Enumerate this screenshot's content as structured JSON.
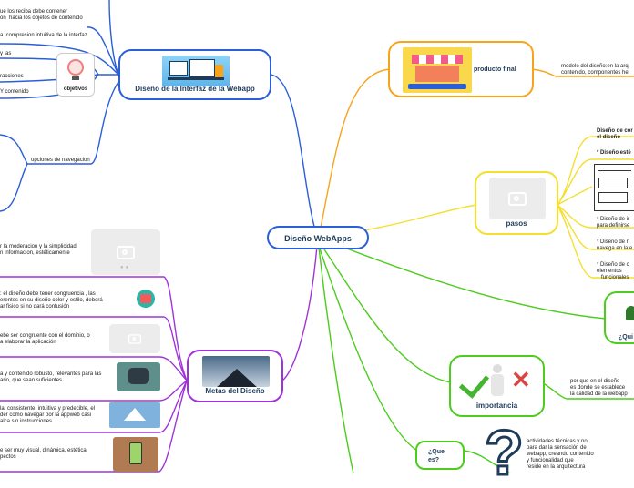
{
  "central": {
    "title": "Diseño WebApps"
  },
  "top_left": {
    "title": "Diseño de la Interfaz de la Webapp",
    "objetivos": "objetivos",
    "nav": "opciones de navegacion",
    "leaves": [
      "ue los reciba debe contener\non  hacia los objetos de contenido",
      "a  compresion intuitiva de la interfaz",
      "y las",
      "racciones",
      "Y contenido"
    ]
  },
  "metas": {
    "title": "Metas del Diseño",
    "leaves": [
      "r la moderacion y la simplicidad\nn informacion, estéticamente",
      ": el diseño debe tener congruencia , las\nerentes en su diseño color y estilo, deberá\nar fisico si no dará confusión",
      "ebe ser congruente con el dominio, o\na elaborar la aplicación",
      "a y contenido robusto, relevantes para las\nario, que sean suficientes.",
      "la, consistente, intuitiva y predecible, el\nder como navegar por la appweb casi\nalca sin instrucciones",
      "e ser muy visual, dinámica, estética,\npectos"
    ]
  },
  "producto": {
    "title": "producto final",
    "desc": "modelo del diseño:en la arq\ncontenido, componentes he"
  },
  "pasos": {
    "title": "pasos",
    "items": [
      "Diseño de cor\nel diseño",
      "* Diseño esté",
      "* Diseño de ir\npara definirse",
      "* Diseño de n\nnavega en la e",
      "* Diseño de c\nelementos\n   funcionales"
    ]
  },
  "quien": {
    "title": "¿Qui"
  },
  "importancia": {
    "title": "importancia",
    "desc": "por que en el diseño\nes donde se establece\nla calidad de la webapp"
  },
  "que_es": {
    "title": "¿Que\nes?",
    "desc": "actividades técnicas y no,\npara dar la sensación de\nwebapp, creando contenido\ny funcionalidad que\nreside en la arquitectura"
  },
  "colors": {
    "blue": "#2b5fd9",
    "orange": "#f7a41d",
    "yellow": "#f4df2f",
    "green": "#4ccc1f",
    "purple": "#a033d8",
    "navy_text": "#1f3b5a"
  }
}
